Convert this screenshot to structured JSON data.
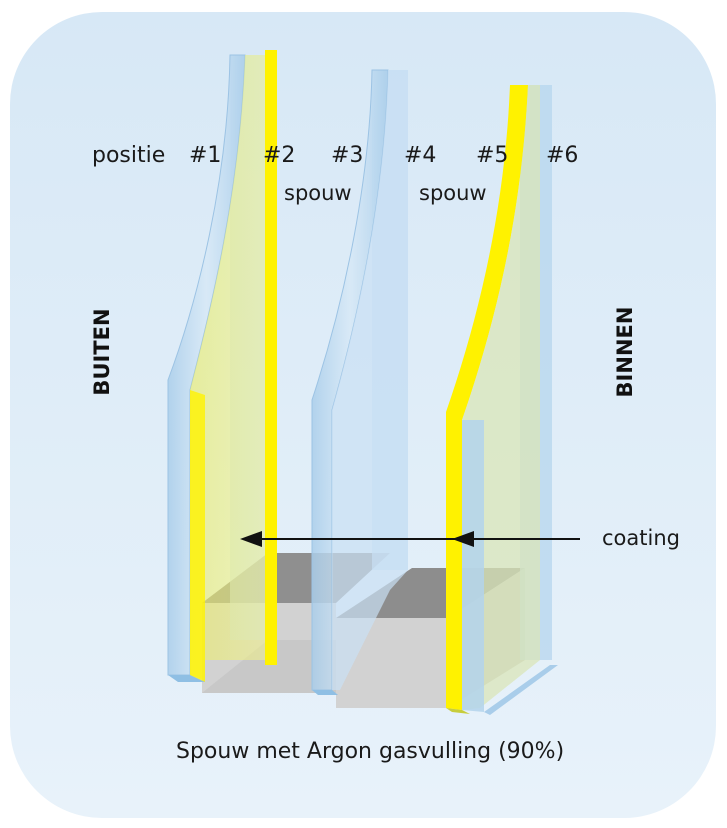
{
  "positions": {
    "prefix": "positie",
    "p1": "#1",
    "p2": "#2",
    "p3": "#3",
    "p4": "#4",
    "p5": "#5",
    "p6": "#6"
  },
  "cavities": {
    "left": "spouw",
    "right": "spouw"
  },
  "sides": {
    "outside": "BUITEN",
    "inside": "BINNEN"
  },
  "coating_label": "coating",
  "caption": "Spouw met Argon gasvulling (90%)",
  "colors": {
    "background": "#dcebf7",
    "glass": "#b9d7ee",
    "coating": "#fff200",
    "spacer": "#8d8d8d",
    "arrow": "#111111"
  }
}
